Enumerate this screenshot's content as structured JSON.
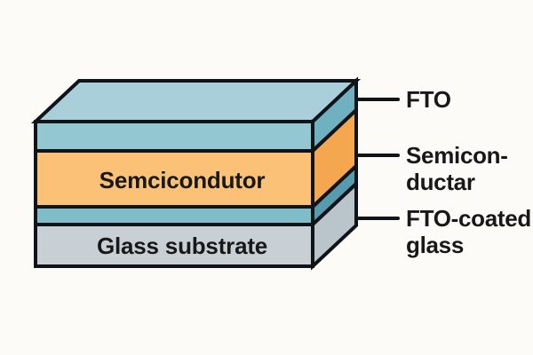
{
  "colors": {
    "background": "#fcfbf8",
    "outline": "#101418",
    "label_text": "#181818",
    "top_face": "#a9d0da",
    "fto_front": "#93c7d2",
    "fto_side": "#6fb0c1",
    "semiconductor_front": "#fbc277",
    "semiconductor_side": "#f4a74e",
    "fto_strip_front": "#7fbdc9",
    "fto_strip_side": "#579bae",
    "glass_front": "#c8d0d5",
    "glass_side": "#b9c5cb"
  },
  "box_labels": {
    "semiconductor": "Semcicondutor",
    "glass_substrate": "Glass substrate"
  },
  "callouts": {
    "fto": {
      "line1": "FTO"
    },
    "semiconductor": {
      "line1": "Semicon-",
      "line2": "ductar"
    },
    "fto_coated_glass": {
      "line1": "FTO-coated",
      "line2": "glass"
    }
  }
}
